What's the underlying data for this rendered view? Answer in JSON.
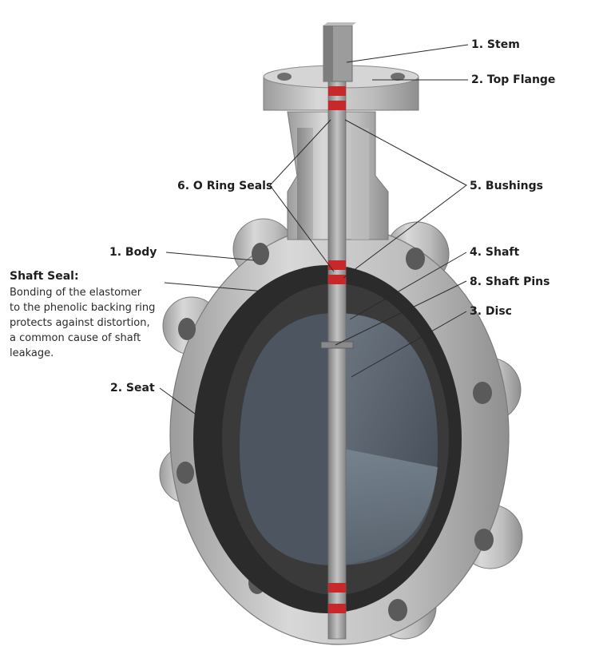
{
  "labels": {
    "stem": "1. Stem",
    "top_flange": "2. Top Flange",
    "o_ring_seals": "6. O Ring Seals",
    "bushings": "5. Bushings",
    "body": "1. Body",
    "shaft": "4. Shaft",
    "shaft_pins": "8. Shaft Pins",
    "disc": "3. Disc",
    "seat": "2. Seat"
  },
  "shaft_seal_note": {
    "title": "Shaft Seal:",
    "lines": [
      "Bonding of the elastomer",
      "to the phenolic backing ring",
      "protects against distortion,",
      "a common cause of shaft",
      "leakage."
    ]
  },
  "colors": {
    "body_metal": "#c9c9c9",
    "seat_rubber": "#2b2b2b",
    "disc": "#5d6670",
    "shaft": "#9a9a9a",
    "seal_red": "#c8282a",
    "text": "#1e1e1e"
  }
}
